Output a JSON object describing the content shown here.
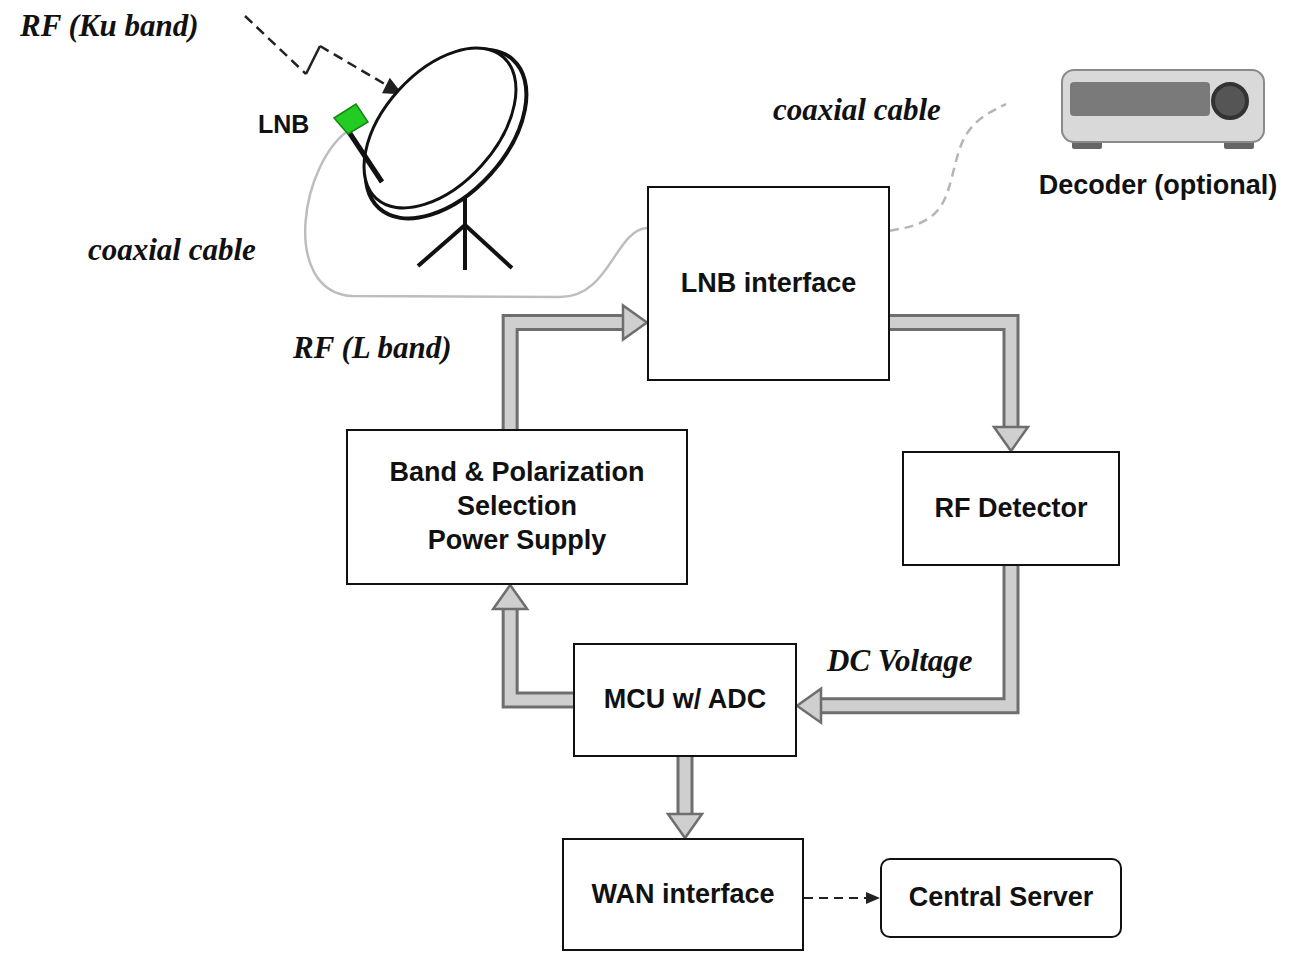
{
  "diagram": {
    "nodes": [
      {
        "text": [
          "Decoder (optional)"
        ]
      },
      {
        "text": [
          "LNB interface"
        ]
      },
      {
        "text": [
          "Band & Polarization Selection",
          "Power Supply"
        ]
      },
      {
        "text": [
          "RF Detector"
        ]
      },
      {
        "text": [
          "MCU w/ ADC"
        ]
      },
      {
        "text": [
          "WAN interface"
        ]
      },
      {
        "text": [
          "Central Server"
        ]
      }
    ],
    "edges": [
      {
        "from": 2,
        "to": 1,
        "arrow": "to",
        "label": "RF (L band)"
      },
      {
        "from": 1,
        "to": 3,
        "arrow": "to"
      },
      {
        "from": 3,
        "to": 4,
        "arrow": "to",
        "label": "DC Voltage"
      },
      {
        "from": 4,
        "to": 2,
        "arrow": "to"
      },
      {
        "from": 4,
        "to": 5,
        "arrow": "to"
      },
      {
        "from": 5,
        "to": 6,
        "arrow": "to"
      },
      {
        "from": 1,
        "to": 0,
        "arrow": "none",
        "label": "coaxial cable"
      }
    ],
    "labels": [
      "RF (Ku band)",
      "LNB",
      "coaxial cable"
    ]
  }
}
